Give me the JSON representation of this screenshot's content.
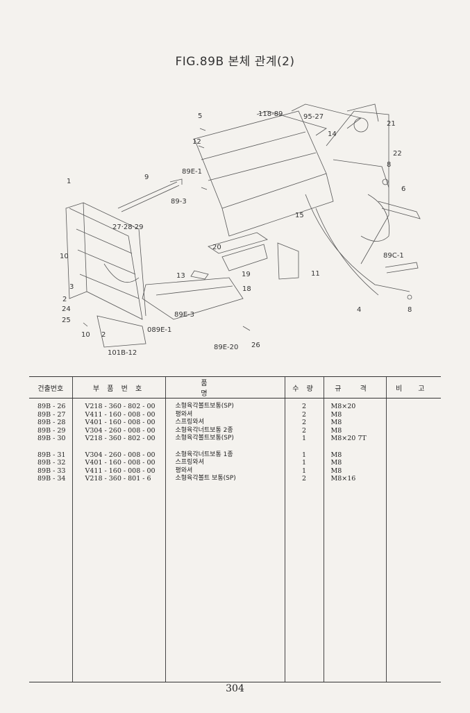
{
  "title": "FIG.89B 본체 관계(2)",
  "diagram_labels": [
    "5",
    "118-89",
    "95-27",
    "21",
    "14",
    "12",
    "22",
    "89E-1",
    "8",
    "9",
    "1",
    "6",
    "89-3",
    "15",
    "27·28·29",
    "20",
    "89C-1",
    "10",
    "19",
    "11",
    "13",
    "18",
    "3",
    "2",
    "24",
    "4",
    "8",
    "25",
    "89E-3",
    "089E-1",
    "10",
    "2",
    "26",
    "89E-20",
    "101B-12"
  ],
  "table": {
    "headers": {
      "ref": "건출번호",
      "part_no": "부 품 번 호",
      "name": "품 명",
      "qty": "수 량",
      "spec": "규 격",
      "remark": "비 고"
    },
    "rows": [
      {
        "ref": "89B - 26",
        "part_no": "V218 - 360 - 802 - 00",
        "name": "소형육각볼트보통(SP)",
        "qty": "2",
        "spec": "M8×20"
      },
      {
        "ref": "89B - 27",
        "part_no": "V411 - 160 - 008 - 00",
        "name": "평와셔",
        "qty": "2",
        "spec": "M8"
      },
      {
        "ref": "89B - 28",
        "part_no": "V401 - 160 - 008 - 00",
        "name": "스프링와셔",
        "qty": "2",
        "spec": "M8"
      },
      {
        "ref": "89B - 29",
        "part_no": "V304 - 260 - 008 - 00",
        "name": "소형육각너트보통 2종",
        "qty": "2",
        "spec": "M8"
      },
      {
        "ref": "89B - 30",
        "part_no": "V218 - 360 - 802 - 00",
        "name": "소형육각볼트보통(SP)",
        "qty": "1",
        "spec": "M8×20 7T"
      },
      {
        "ref": "89B - 31",
        "part_no": "V304 - 260 - 008 - 00",
        "name": "소형육각너트보통 1종",
        "qty": "1",
        "spec": "M8"
      },
      {
        "ref": "89B - 32",
        "part_no": "V401 - 160 - 008 - 00",
        "name": "스프링와셔",
        "qty": "1",
        "spec": "M8"
      },
      {
        "ref": "89B - 33",
        "part_no": "V411 - 160 - 008 - 00",
        "name": "평와셔",
        "qty": "1",
        "spec": "M8"
      },
      {
        "ref": "89B - 34",
        "part_no": "V218 - 360 - 801 - 6",
        "name": "소형육각볼트 보통(SP)",
        "qty": "2",
        "spec": "M8×16"
      }
    ]
  },
  "page_number": "304"
}
